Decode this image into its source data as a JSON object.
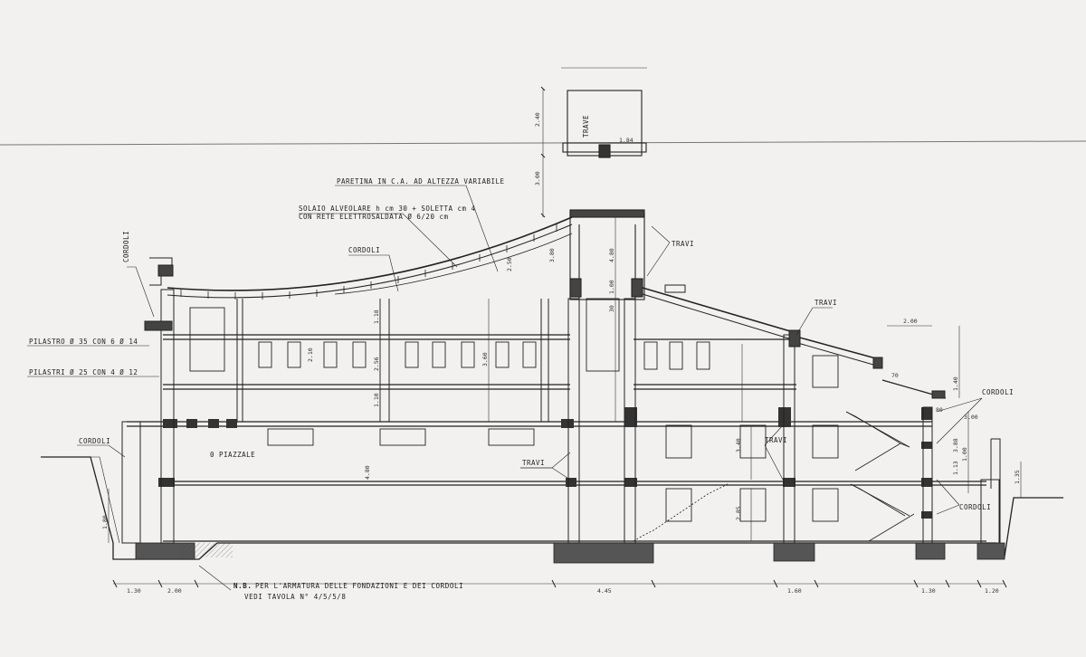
{
  "labels": {
    "paretina": "PARETINA IN C.A. AD ALTEZZA VARIABILE",
    "solaio_1": "SOLAIO ALVEOLARE h cm 30 + SOLETTA cm 4",
    "solaio_2": "CON RETE ELETTROSALDATA Ø 6/20 cm",
    "cordoli": "CORDOLI",
    "travi": "TRAVI",
    "trave": "TRAVE",
    "pilastro_35": "PILASTRO Ø 35 CON 6 Ø 14",
    "pilastri_25": "PILASTRI Ø 25 CON 4 Ø 12",
    "piazzale": "0 PIAZZALE",
    "nb": "N.B.",
    "nb_1": "PER L'ARMATURA DELLE FONDAZIONI E DEI CORDOLI",
    "nb_2": "VEDI TAVOLA N° 4/5/5/8"
  },
  "dimensions": {
    "tower_top": "2.40",
    "tower_mid": "3.00",
    "tower_w": "1.84",
    "d_250": "2.50",
    "d_380": "3.80",
    "d_480": "4.80",
    "d_100": "1.00",
    "d_30": "30",
    "d_118": "1.18",
    "d_210": "2.10",
    "d_256": "2.56",
    "d_360": "3.60",
    "d_110": "1.10",
    "d_180": "1.80",
    "d_200_top": "2.00",
    "d_70": "70",
    "d_140": "1.40",
    "d_300": "3.00",
    "d_340": "3.40",
    "d_285": "2.85",
    "d_380b": "3.88",
    "d_113": "1.13",
    "d_100b": "1.00",
    "d_135": "1.35",
    "d_80": "80",
    "d_bot_1": "1.30",
    "d_bot_2": "2.00",
    "d_bot_3": "4.45",
    "d_bot_4": "1.60",
    "d_bot_5": "1.30",
    "d_bot_6": "1.20"
  }
}
